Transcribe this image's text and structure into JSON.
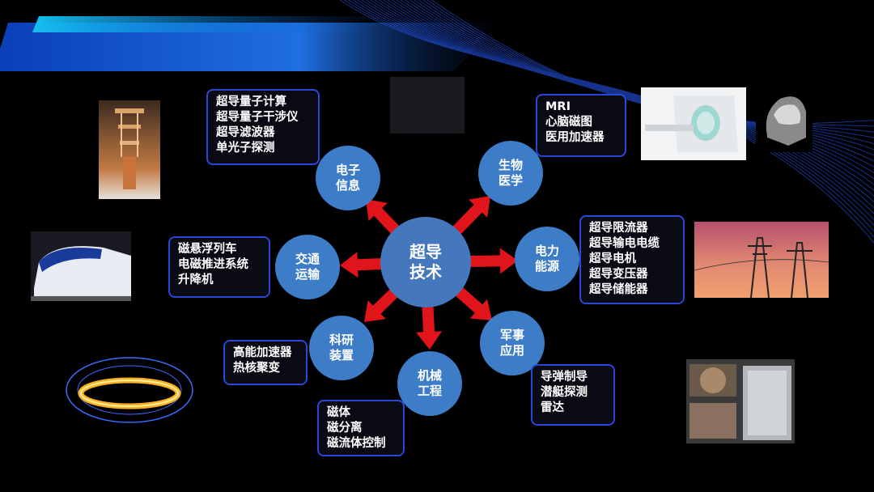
{
  "center": {
    "label": "超导\n技术"
  },
  "nodes": {
    "electronics": {
      "label": "电子\n信息"
    },
    "biomed": {
      "label": "生物\n医学"
    },
    "power": {
      "label": "电力\n能源"
    },
    "military": {
      "label": "军事\n应用"
    },
    "machinery": {
      "label": "机械\n工程"
    },
    "research": {
      "label": "科研\n装置"
    },
    "transport": {
      "label": "交通\n运输"
    }
  },
  "boxes": {
    "electronics": [
      "超导量子计算",
      "超导量子干涉仪",
      "超导滤波器",
      "单光子探测"
    ],
    "biomed": [
      "MRI",
      "心脑磁图",
      "医用加速器"
    ],
    "power": [
      "超导限流器",
      "超导输电电缆",
      "超导电机",
      "超导变压器",
      "超导储能器"
    ],
    "military": [
      "导弹制导",
      "潜艇探测",
      "雷达"
    ],
    "machinery": [
      "磁体",
      "磁分离",
      "磁流体控制"
    ],
    "research": [
      "高能加速器",
      "热核聚变"
    ],
    "transport": [
      "磁悬浮列车",
      "电磁推进系统",
      "升降机"
    ]
  },
  "colors": {
    "node": "#3d7cc6",
    "arrow": "#e0141b",
    "box_border": "#2a47d8",
    "accent": "#1f6fe0"
  }
}
